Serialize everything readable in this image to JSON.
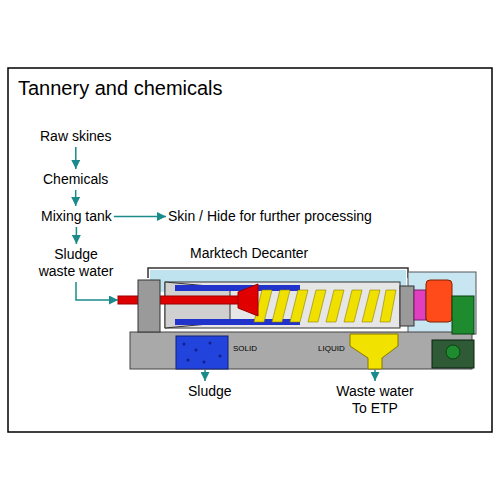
{
  "diagram": {
    "title": "Tannery and chemicals",
    "nodes": [
      {
        "text": [
          "Raw skines"
        ]
      },
      {
        "text": [
          "Chemicals"
        ]
      },
      {
        "text": [
          "Mixing tank"
        ]
      },
      {
        "text": [
          "Skin / Hide for further processing"
        ]
      },
      {
        "text": [
          "Sludge waste water"
        ]
      },
      {
        "text": [
          "Marktech Decanter"
        ]
      },
      {
        "text": [
          "Sludge"
        ]
      },
      {
        "text": [
          "Waste water To ETP"
        ]
      }
    ],
    "edges": [
      {
        "from": 0,
        "to": 1,
        "arrow": "to"
      },
      {
        "from": 1,
        "to": 2,
        "arrow": "to"
      },
      {
        "from": 2,
        "to": 3,
        "arrow": "to"
      },
      {
        "from": 2,
        "to": 4,
        "arrow": "to"
      },
      {
        "from": 4,
        "to": 5,
        "arrow": "to"
      },
      {
        "from": 5,
        "to": 6,
        "arrow": "to"
      },
      {
        "from": 5,
        "to": 7,
        "arrow": "to"
      }
    ],
    "labels": [
      "SOLID",
      "LIQUID"
    ]
  }
}
